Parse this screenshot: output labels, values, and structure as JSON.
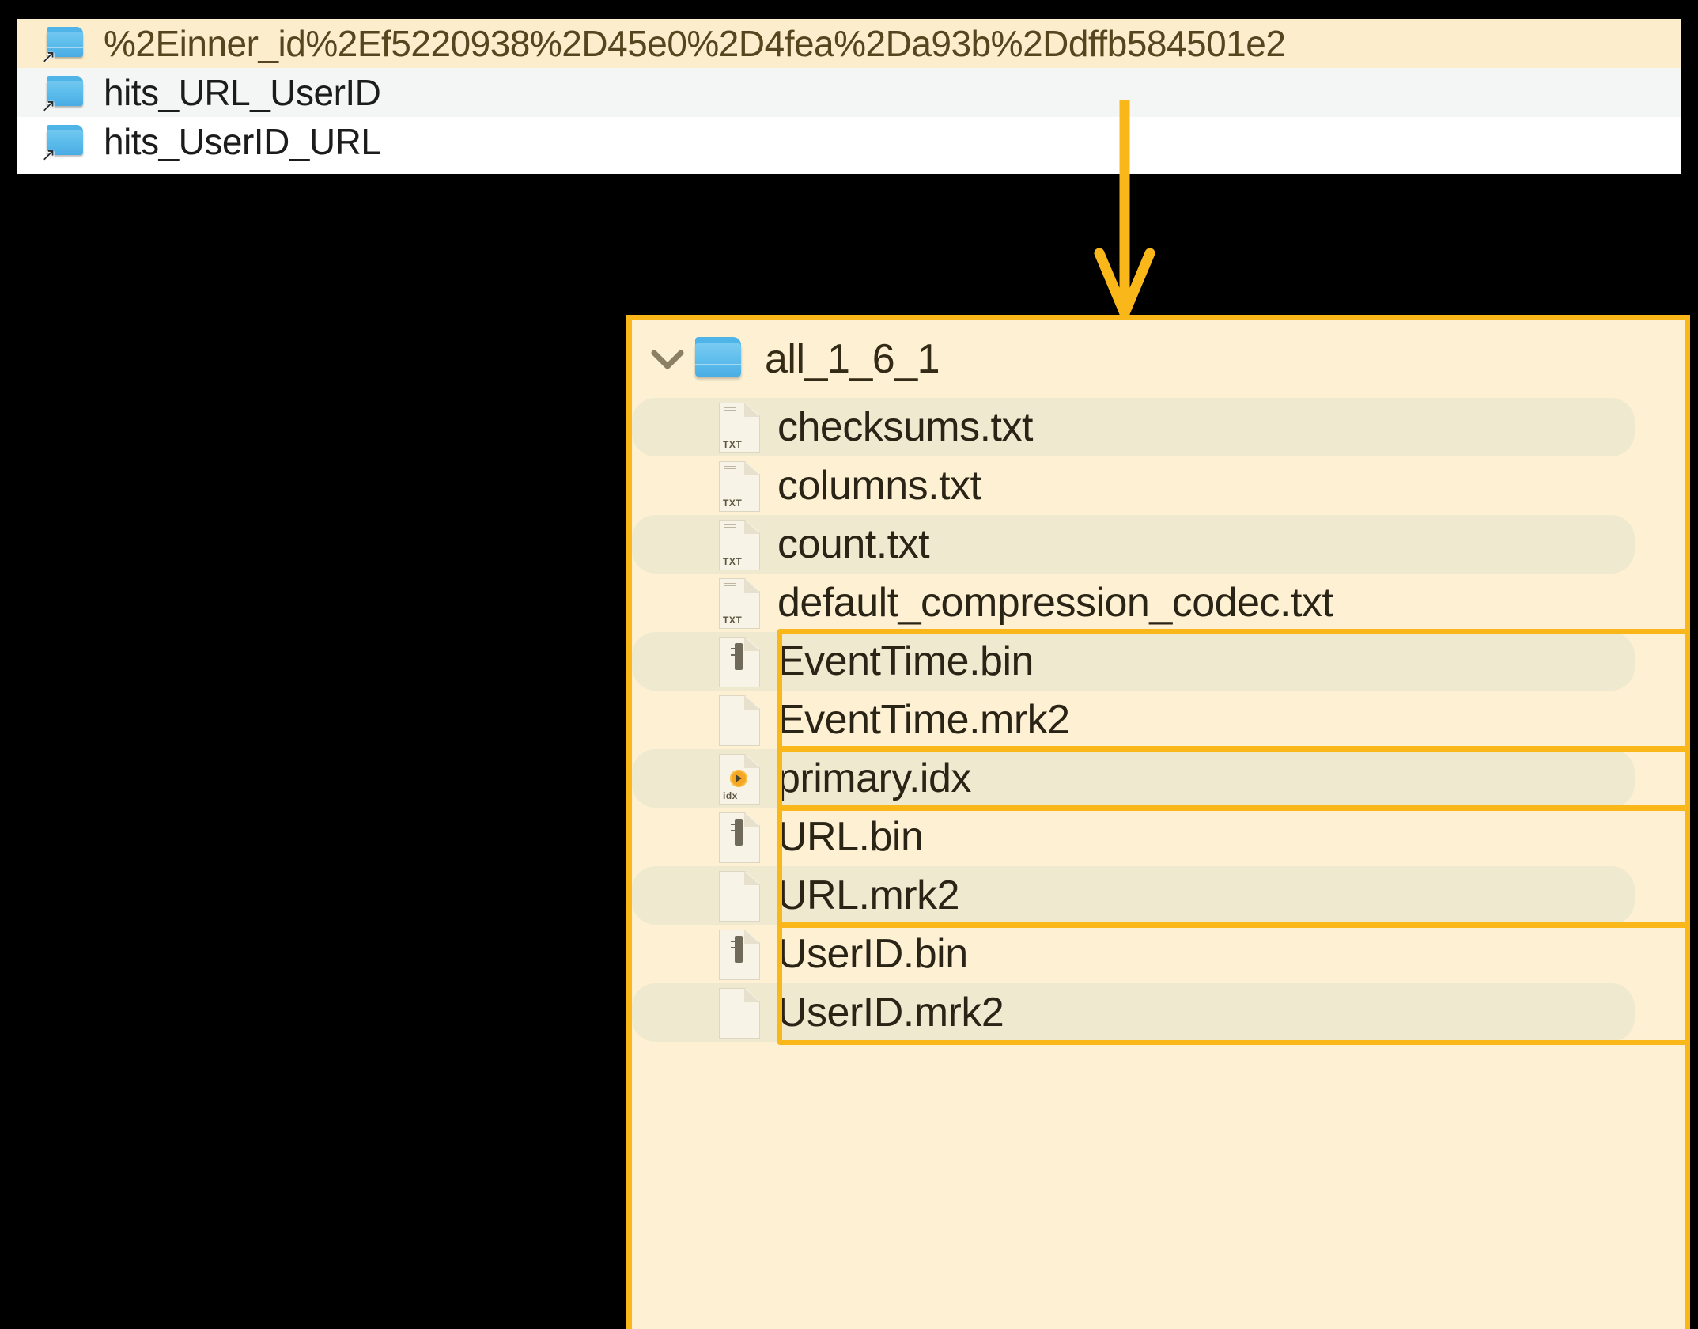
{
  "colors": {
    "accent_orange": "#f9b719",
    "callout_bg": "#fdf0d3",
    "row_stripe": "#efe9cf",
    "highlight_row_bg": "#fceecd",
    "folder_blue": "#4fb4e8",
    "page_bg": "#ffffff",
    "alt_row_bg": "#f3f6f5",
    "canvas_bg": "#000000"
  },
  "top_list": {
    "name": "directory-listing",
    "rows": [
      {
        "label": "%2Einner_id%2Ef5220938%2D45e0%2D4fea%2Da93b%2Ddffb584501e2",
        "icon": "folder-alias-icon",
        "state": "highlighted"
      },
      {
        "label": "hits_URL_UserID",
        "icon": "folder-alias-icon",
        "state": "alt"
      },
      {
        "label": "hits_UserID_URL",
        "icon": "folder-alias-icon",
        "state": "plain"
      }
    ]
  },
  "annotation": {
    "arrow": {
      "name": "callout-arrow",
      "direction": "down",
      "color": "#f9b719"
    }
  },
  "callout": {
    "name": "part-contents-callout",
    "folder": {
      "label": "all_1_6_1",
      "expanded": true,
      "chevron": "chevron-down-icon",
      "icon": "folder-icon"
    },
    "files": [
      {
        "label": "checksums.txt",
        "icon": "txt-file-icon",
        "tag": "TXT",
        "stripe": true,
        "boxed": false
      },
      {
        "label": "columns.txt",
        "icon": "txt-file-icon",
        "tag": "TXT",
        "stripe": false,
        "boxed": false
      },
      {
        "label": "count.txt",
        "icon": "txt-file-icon",
        "tag": "TXT",
        "stripe": true,
        "boxed": false
      },
      {
        "label": "default_compression_codec.txt",
        "icon": "txt-file-icon",
        "tag": "TXT",
        "stripe": false,
        "boxed": false
      },
      {
        "label": "EventTime.bin",
        "icon": "bin-file-icon",
        "tag": "",
        "stripe": true,
        "boxed": true
      },
      {
        "label": "EventTime.mrk2",
        "icon": "mrk-file-icon",
        "tag": "",
        "stripe": false,
        "boxed": true
      },
      {
        "label": "primary.idx",
        "icon": "idx-file-icon",
        "tag": "idx",
        "stripe": true,
        "boxed": true
      },
      {
        "label": "URL.bin",
        "icon": "bin-file-icon",
        "tag": "",
        "stripe": false,
        "boxed": true
      },
      {
        "label": "URL.mrk2",
        "icon": "mrk-file-icon",
        "tag": "",
        "stripe": true,
        "boxed": true
      },
      {
        "label": "UserID.bin",
        "icon": "bin-file-icon",
        "tag": "",
        "stripe": false,
        "boxed": true
      },
      {
        "label": "UserID.mrk2",
        "icon": "mrk-file-icon",
        "tag": "",
        "stripe": true,
        "boxed": true
      }
    ],
    "highlight_groups": [
      {
        "name": "eventtime-column-files",
        "from": 4,
        "to": 5
      },
      {
        "name": "primary-index-file",
        "from": 6,
        "to": 6
      },
      {
        "name": "url-column-files",
        "from": 7,
        "to": 8
      },
      {
        "name": "userid-column-files",
        "from": 9,
        "to": 10
      }
    ]
  }
}
